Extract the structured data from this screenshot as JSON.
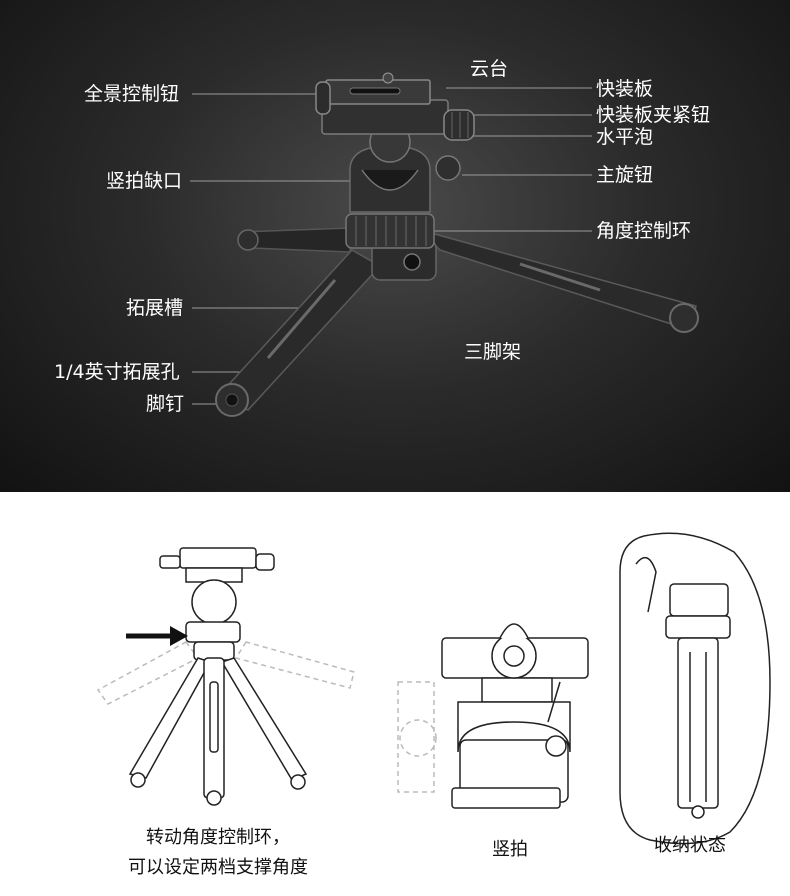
{
  "top_panel": {
    "callouts": {
      "head": "云台",
      "panorama_knob": "全景控制钮",
      "quick_plate": "快装板",
      "plate_clamp_knob": "快装板夹紧钮",
      "bubble_level": "水平泡",
      "main_knob": "主旋钮",
      "portrait_notch": "竖拍缺口",
      "angle_ring": "角度控制环",
      "extension_slot": "拓展槽",
      "tripod": "三脚架",
      "quarter_inch_hole": "1/4英寸拓展孔",
      "foot_spike": "脚钉"
    }
  },
  "bottom_panel": {
    "captions": {
      "angle_line1": "转动角度控制环，",
      "angle_line2": "可以设定两档支撑角度",
      "portrait": "竖拍",
      "stowed": "收纳状态"
    }
  },
  "colors": {
    "dark_bg": "#1a1a1a",
    "label": "#ffffff",
    "line_art": "#222222"
  }
}
